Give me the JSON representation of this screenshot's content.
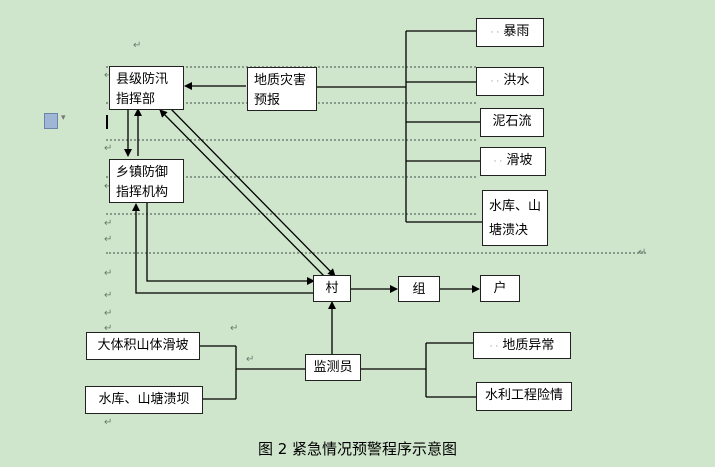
{
  "nodes": {
    "county": [
      "县级防汛",
      "指挥部"
    ],
    "geo_forecast": [
      "地质灾害",
      "预报"
    ],
    "rainstorm": "暴雨",
    "flood": "洪水",
    "debris": "泥石流",
    "landslide": "滑坡",
    "reservoir_break": [
      "水库、山",
      "塘溃决"
    ],
    "township": [
      "乡镇防御",
      "指挥机构"
    ],
    "village": "村",
    "group": "组",
    "household": "户",
    "large_landslide": "大体积山体滑坡",
    "dam_break": "水库、山塘溃坝",
    "monitor": "监测员",
    "geo_abnormal": "地质异常",
    "water_danger": "水利工程险情"
  },
  "caption": "图 2  紧急情况预警程序示意图",
  "marks": {
    "paragraph": "↵",
    "bullet": "· ·"
  },
  "colors": {
    "background": "#cfe6cd",
    "box_border": "#222222",
    "line": "#000000"
  }
}
